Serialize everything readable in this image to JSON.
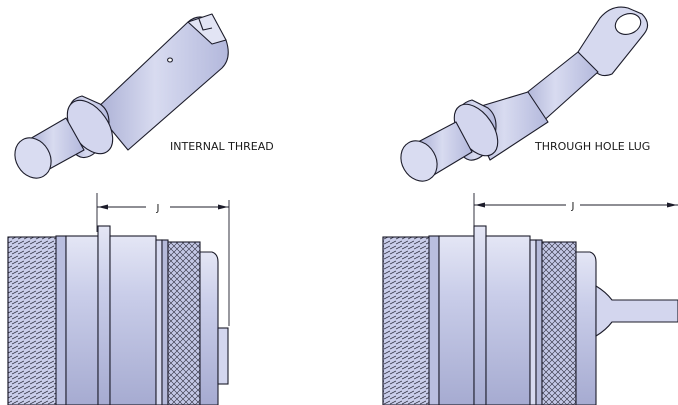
{
  "labels": {
    "internal_thread": "INTERNAL THREAD",
    "through_hole_lug": "THROUGH HOLE LUG",
    "dim_left": "J",
    "dim_right": "J"
  },
  "colors": {
    "body_fill": "#c4c9e6",
    "body_light": "#dde0f2",
    "body_dark": "#9aa0c8",
    "outline": "#1c1c2a",
    "knurl": "#b9bedf"
  }
}
